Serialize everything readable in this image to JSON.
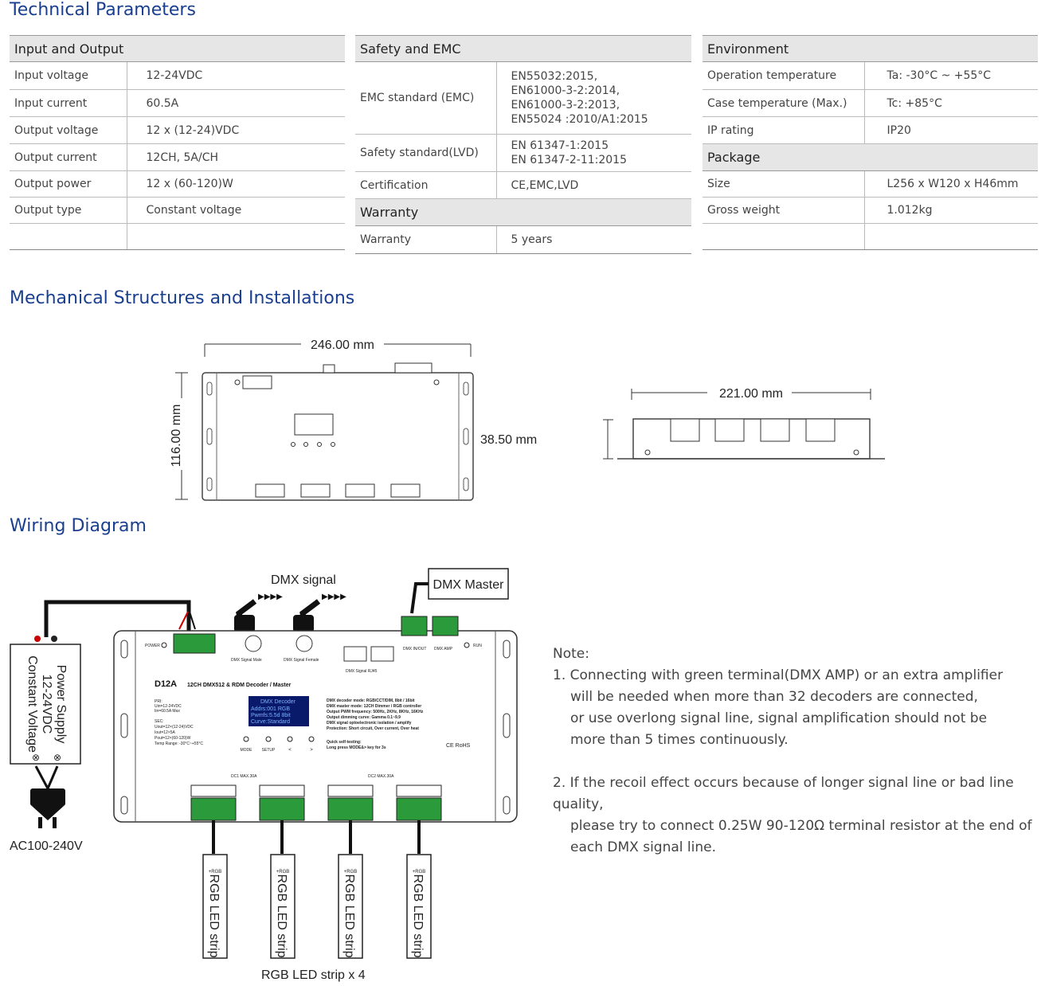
{
  "titles": {
    "technical": "Technical Parameters",
    "mechanical": "Mechanical Structures and Installations",
    "wiring": "Wiring Diagram"
  },
  "io": {
    "header": "Input and Output",
    "rows": [
      {
        "label": "Input voltage",
        "value": "12-24VDC"
      },
      {
        "label": "Input current",
        "value": "60.5A"
      },
      {
        "label": "Output voltage",
        "value": "12 x (12-24)VDC"
      },
      {
        "label": "Output current",
        "value": "12CH, 5A/CH"
      },
      {
        "label": "Output power",
        "value": "12 x (60-120)W"
      },
      {
        "label": "Output type",
        "value": "Constant voltage"
      }
    ]
  },
  "safety": {
    "header": "Safety and EMC",
    "emc_label": "EMC standard (EMC)",
    "emc_values": [
      "EN55032:2015,",
      "EN61000-3-2:2014,",
      "EN61000-3-2:2013,",
      "EN55024 :2010/A1:2015"
    ],
    "lvd_label": "Safety standard(LVD)",
    "lvd_values": [
      "EN 61347-1:2015",
      "EN 61347-2-11:2015"
    ],
    "cert_label": "Certification",
    "cert_value": "CE,EMC,LVD",
    "warranty_header": "Warranty",
    "warranty_label": "Warranty",
    "warranty_value": "5 years"
  },
  "env": {
    "header": "Environment",
    "op_label": "Operation temperature",
    "op_value": "Ta: -30°C ~ +55°C",
    "case_label": "Case temperature (Max.)",
    "case_value": "Tc: +85°C",
    "ip_label": "IP rating",
    "ip_value": "IP20",
    "package_header": "Package",
    "size_label": "Size",
    "size_value": "L256 x W120 x H46mm",
    "weight_label": "Gross weight",
    "weight_value": "1.012kg"
  },
  "mech": {
    "width": "246.00 mm",
    "height": "116.00 mm",
    "depth": "38.50 mm",
    "side_width": "221.00 mm"
  },
  "wiring": {
    "dmx_signal": "DMX signal",
    "dmx_master": "DMX Master",
    "psu_lines": [
      "Power Supply",
      "12-24VDC",
      "Constant Voltage"
    ],
    "ac": "AC100-240V",
    "strip_label": "RGB LED strip",
    "strip_count": "RGB LED strip x 4",
    "strip_pins": "+RGB",
    "model": "D12A",
    "model_desc": "12CH DMX512 & RDM Decoder / Master",
    "power_label": "POWER",
    "run_label": "RUN",
    "dc1": "DC1  MAX.30A",
    "dc2": "DC2  MAX.30A",
    "pri_lines": [
      "PRI:",
      "Uin=12-24VDC",
      "Iin=60.5A Max",
      "",
      "SEC:",
      "Uout=12×(12-24)VDC",
      "Iout=12×5A",
      "Pout=12×(60-120)W",
      "Temp Range: -30°C~+55°C"
    ],
    "info_lines": [
      "DMX decoder mode: RGB/CCT/DIM, 8bit / 16bit",
      "DMX master mode: 12CH Dimmer / RGB controller",
      "Output PWM frequency: 500Hz, 2KHz, 8KHz, 16KHz",
      "Output dimming curve: Gamma 0.1~9.9",
      "DMX signal optoelectronic isolation / amplify",
      "Protection: Short circuit, Over current, Over heat",
      "",
      "Quick self-testing:",
      "Long press MODE&> key for 3s"
    ],
    "screen_lines": [
      "DMX Decoder",
      "Addrs:001     RGB",
      "Pwmfs:5.5d     8bit",
      "Curve:Standard"
    ],
    "buttons": [
      "MODE",
      "SETUP",
      "<",
      ">"
    ],
    "dmx_amp": "DMX AMP",
    "dmx_inout": "DMX IN/OUT",
    "dmx_male": "DMX Signal Male",
    "dmx_female": "DMX Signal Female",
    "dmx_rj45": "DMX Signal RJ45",
    "ce_rohs": "CE RoHS"
  },
  "note": {
    "title": "Note:",
    "item1": [
      "1. Connecting with green terminal(DMX AMP) or an extra amplifier",
      "will be needed when more than 32 decoders are connected,",
      "or use overlong signal line, signal amplification should not be",
      "more than 5 times continuously."
    ],
    "item2": [
      "2. If the recoil effect occurs because of longer signal line or bad line quality,",
      "please try to connect 0.25W 90-120Ω terminal resistor at the end of",
      "each DMX signal line."
    ]
  }
}
